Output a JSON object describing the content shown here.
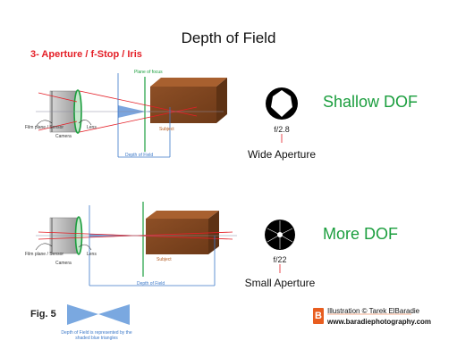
{
  "title": "Depth of Field",
  "heading": "3- Aperture / f-Stop / Iris",
  "top": {
    "plane_of_focus": "Plane of focus",
    "film_plane": "Film plane / Sensor",
    "lens": "Lens",
    "camera": "Camera",
    "subject": "Subject",
    "depth_of_field": "Depth of Field",
    "result": "Shallow DOF",
    "f_number": "f/2.8",
    "aperture_label": "Wide Aperture"
  },
  "bottom": {
    "film_plane": "Film plane / Sensor",
    "lens": "Lens",
    "camera": "Camera",
    "subject": "Subject",
    "depth_of_field": "Depth of Field",
    "result": "More DOF",
    "f_number": "f/22",
    "aperture_label": "Small Aperture"
  },
  "figure_label": "Fig. 5",
  "legend_text": "Depth of Field is represented by the shaded blue triangles",
  "credit": "Illustration © Tarek ElBaradie",
  "url": "www.baradiephotography.com",
  "logo_letter": "B",
  "colors": {
    "title_red": "#e41e26",
    "green": "#1b9e3e",
    "blue": "#3b78c8",
    "subject_brown": "#8a4b22",
    "logo_orange": "#e85d1f"
  }
}
